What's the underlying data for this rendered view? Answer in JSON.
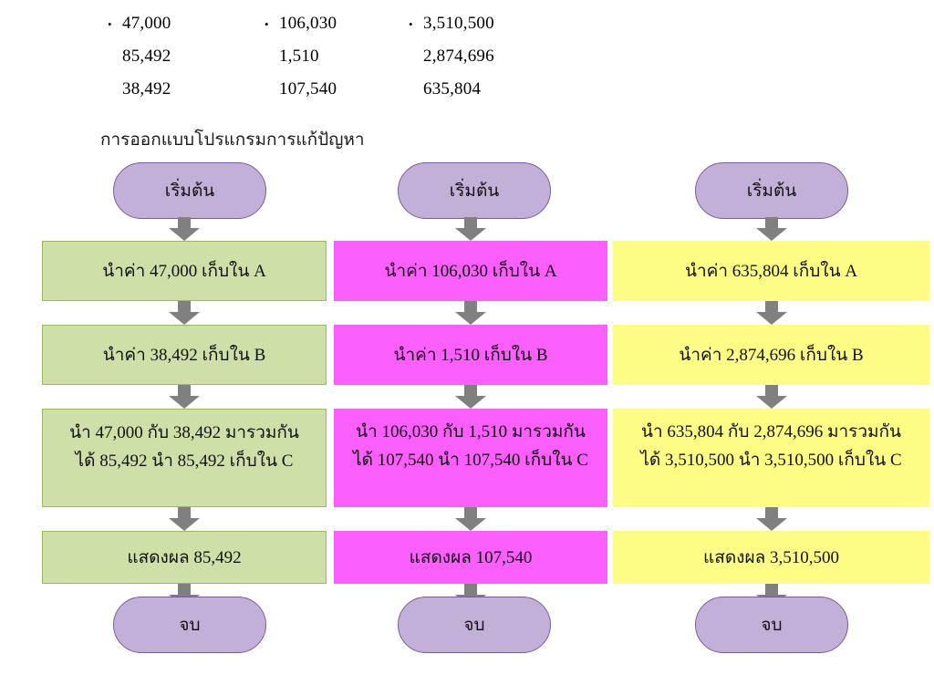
{
  "number_list": {
    "rows": [
      {
        "bulleted": true,
        "values": [
          "47,000",
          "106,030",
          "3,510,500"
        ]
      },
      {
        "bulleted": false,
        "values": [
          "85,492",
          "1,510",
          "2,874,696"
        ]
      },
      {
        "bulleted": false,
        "values": [
          "38,492",
          "107,540",
          "635,804"
        ]
      }
    ],
    "bullet_glyph": "•"
  },
  "heading": "การออกแบบโปรแกรมการแก้ปัญหา",
  "colors": {
    "green_fill": "#cfdfa8",
    "green_border": "#9bbb59",
    "magenta_fill": "#fb5ffb",
    "yellow_fill": "#fdfd86",
    "oval_fill": "#c3b0d8",
    "oval_border": "#7a5ba3",
    "arrow": "#808080"
  },
  "flowcharts": [
    {
      "id": "flowchart-1",
      "color_name": "green",
      "start_label": "เริ่มต้น",
      "end_label": "จบ",
      "steps": [
        {
          "lines": [
            "นำค่า 47,000 เก็บใน A"
          ]
        },
        {
          "lines": [
            "นำค่า 38,492 เก็บใน B"
          ]
        },
        {
          "lines": [
            "นำ 47,000 กับ 38,492 มารวมกัน",
            "ได้ 85,492 นำ 85,492 เก็บใน C"
          ]
        },
        {
          "lines": [
            "แสดงผล 85,492"
          ]
        }
      ]
    },
    {
      "id": "flowchart-2",
      "color_name": "magenta",
      "start_label": "เริ่มต้น",
      "end_label": "จบ",
      "steps": [
        {
          "lines": [
            "นำค่า 106,030 เก็บใน A"
          ]
        },
        {
          "lines": [
            "นำค่า 1,510 เก็บใน B"
          ]
        },
        {
          "lines": [
            "นำ 106,030 กับ 1,510 มารวมกัน",
            "ได้ 107,540 นำ 107,540 เก็บใน C"
          ]
        },
        {
          "lines": [
            "แสดงผล 107,540"
          ]
        }
      ]
    },
    {
      "id": "flowchart-3",
      "color_name": "yellow",
      "start_label": "เริ่มต้น",
      "end_label": "จบ",
      "steps": [
        {
          "lines": [
            "นำค่า 635,804 เก็บใน A"
          ]
        },
        {
          "lines": [
            "นำค่า 2,874,696 เก็บใน B"
          ]
        },
        {
          "lines": [
            "นำ 635,804 กับ 2,874,696 มารวมกัน",
            "ได้ 3,510,500 นำ 3,510,500 เก็บใน C"
          ]
        },
        {
          "lines": [
            "แสดงผล 3,510,500"
          ]
        }
      ]
    }
  ]
}
